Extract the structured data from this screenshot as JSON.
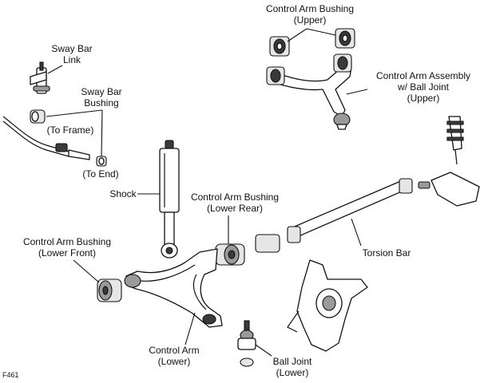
{
  "labels": {
    "control_arm_bushing_upper": [
      "Control Arm Bushing",
      "(Upper)"
    ],
    "sway_bar_link": [
      "Sway Bar",
      "Link"
    ],
    "sway_bar_bushing": [
      "Sway Bar",
      "Bushing"
    ],
    "to_frame": "(To Frame)",
    "to_end": "(To End)",
    "control_arm_assembly_upper": [
      "Control Arm Assembly",
      "w/ Ball Joint",
      "(Upper)"
    ],
    "shock": "Shock",
    "control_arm_bushing_lower_rear": [
      "Control Arm Bushing",
      "(Lower Rear)"
    ],
    "control_arm_bushing_lower_front": [
      "Control Arm Bushing",
      "(Lower Front)"
    ],
    "torsion_bar": "Torsion Bar",
    "control_arm_lower": [
      "Control Arm",
      "(Lower)"
    ],
    "ball_joint_lower": [
      "Ball Joint",
      "(Lower)"
    ]
  },
  "figure_code": "F461"
}
